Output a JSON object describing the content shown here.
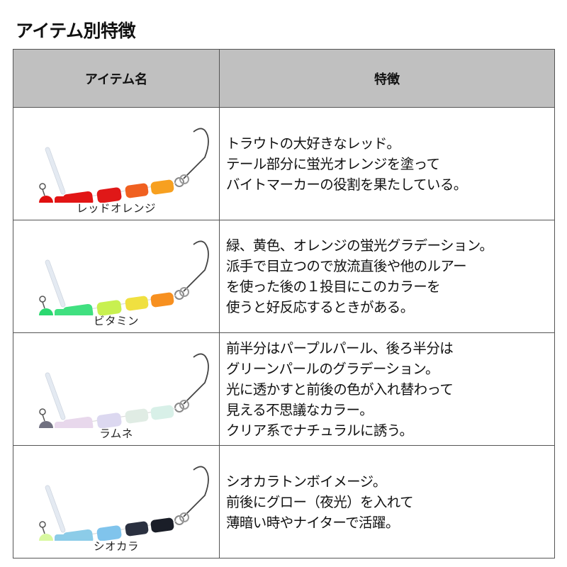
{
  "page": {
    "title": "アイテム別特徴"
  },
  "table": {
    "headers": [
      "アイテム名",
      "特徴"
    ],
    "header_bg": "#c0c0c0",
    "rows": [
      {
        "name": "レッドオレンジ",
        "image": "lure-red-orange",
        "colors": {
          "head": "#e01010",
          "seg1": "#e21515",
          "seg2": "#e01818",
          "seg3": "#f06020",
          "seg4": "#f7a020"
        },
        "description": [
          "トラウトの大好きなレッド。",
          "テール部分に蛍光オレンジを塗って",
          "バイトマーカーの役割を果たしている。"
        ]
      },
      {
        "name": "ビタミン",
        "image": "lure-vitamin",
        "colors": {
          "head": "#2bd870",
          "seg1": "#40e080",
          "seg2": "#c8f050",
          "seg3": "#f0e040",
          "seg4": "#f79020"
        },
        "description": [
          "緑、黄色、オレンジの蛍光グラデーション。",
          "派手で目立つので放流直後や他のルアー",
          "を使った後の１投目にこのカラーを",
          "使うと好反応するときがある。"
        ]
      },
      {
        "name": "ラムネ",
        "image": "lure-ramune",
        "colors": {
          "head": "#707080",
          "seg1": "#e8d8ec",
          "seg2": "#dcd8f0",
          "seg3": "#e0ece4",
          "seg4": "#d8f0e8"
        },
        "description": [
          "前半分はパープルパール、後ろ半分は",
          "グリーンパールのグラデーション。",
          "光に透かすと前後の色が入れ替わって",
          "見える不思議なカラー。",
          "クリア系でナチュラルに誘う。"
        ]
      },
      {
        "name": "シオカラ",
        "image": "lure-shiokara",
        "colors": {
          "head": "#d8f8a0",
          "seg1": "#8ccce8",
          "seg2": "#80c4ec",
          "seg3": "#2a3040",
          "seg4": "#1a1e28"
        },
        "description": [
          "シオカラトンボイメージ。",
          "前後にグロー（夜光）を入れて",
          "薄暗い時やナイターで活躍。"
        ]
      }
    ]
  }
}
